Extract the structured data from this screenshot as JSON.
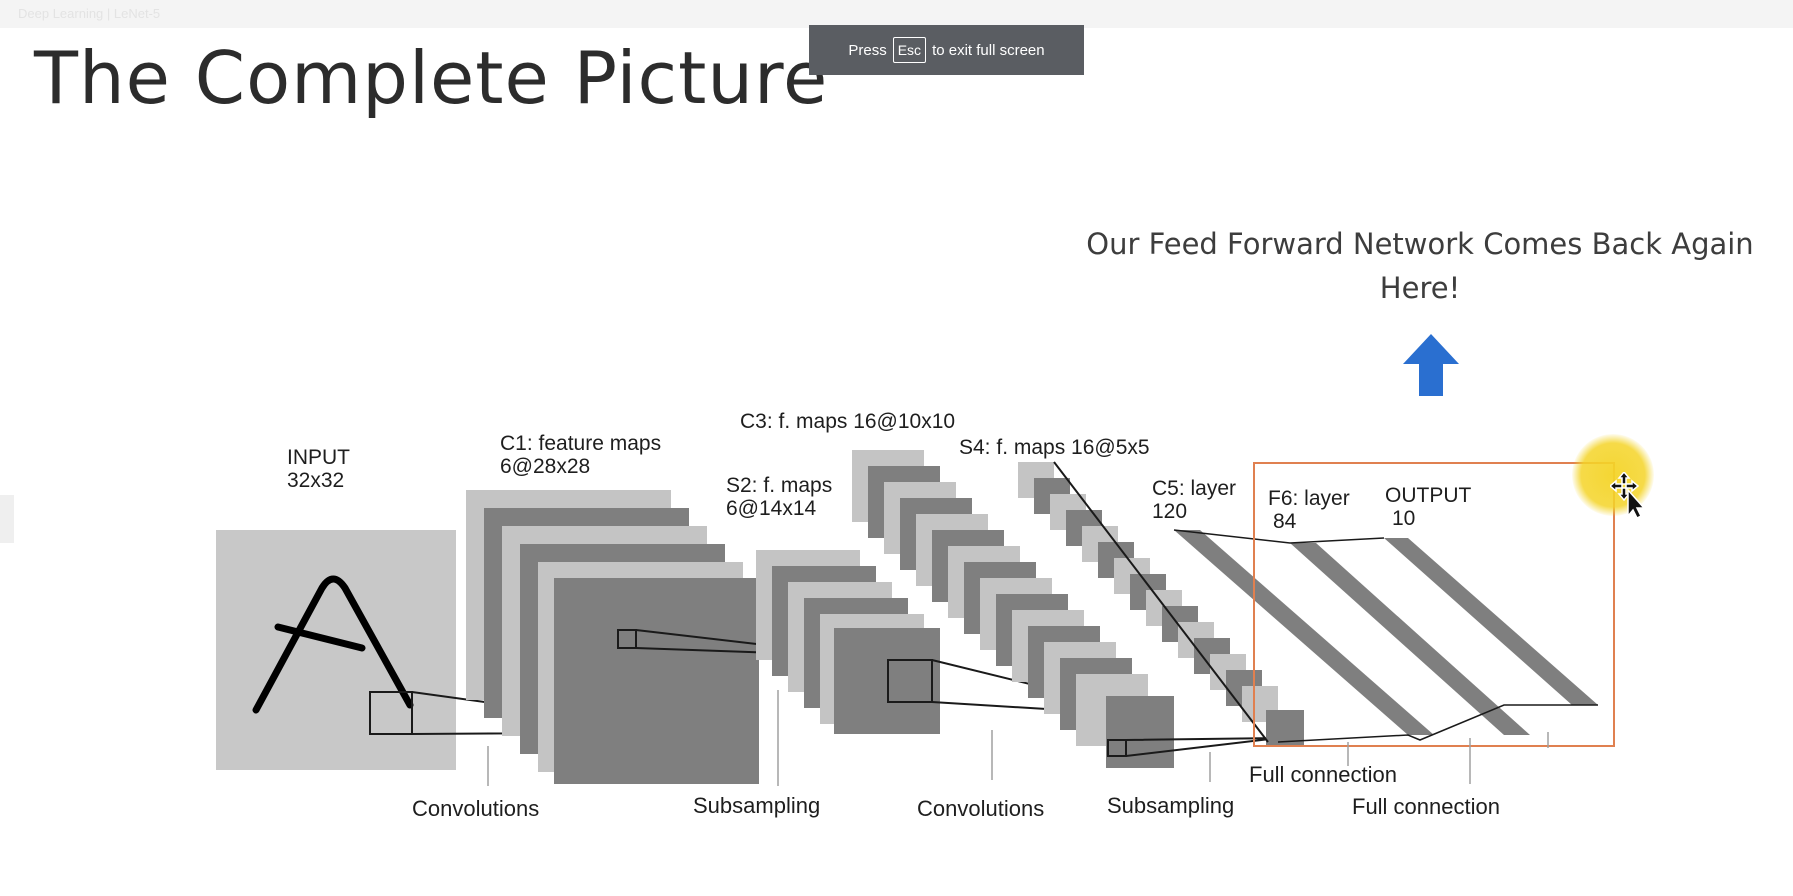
{
  "window": {
    "title_ghost": "Deep Learning | LeNet-5"
  },
  "slide": {
    "title": "The Complete Picture",
    "caption_line1": "Our Feed Forward Network Comes Back Again",
    "caption_line2": "Here!"
  },
  "fullscreen_banner": {
    "prefix": "Press",
    "key": "Esc",
    "suffix": "to exit full screen"
  },
  "diagram": {
    "input": {
      "name": "INPUT",
      "size": "32x32"
    },
    "c1": {
      "name": "C1: feature maps",
      "size": "6@28x28"
    },
    "s2": {
      "name": "S2: f. maps",
      "size": "6@14x14"
    },
    "c3": {
      "name": "C3: f. maps 16@10x10"
    },
    "s4": {
      "name": "S4: f. maps 16@5x5"
    },
    "c5": {
      "name": "C5: layer",
      "size": "120"
    },
    "f6": {
      "name": "F6: layer",
      "size": "84"
    },
    "output": {
      "name": "OUTPUT",
      "size": "10"
    },
    "ops": {
      "conv1": "Convolutions",
      "sub1": "Subsampling",
      "conv2": "Convolutions",
      "sub2": "Subsampling",
      "full1": "Full connection",
      "full2": "Full connection"
    }
  },
  "icons": {
    "arrow": "up-arrow-icon",
    "cursor": "move-cursor-icon",
    "arrow_color": "#2a6fd0",
    "highlight_box_color": "#e08050",
    "cursor_halo_color": "#f4d428"
  }
}
